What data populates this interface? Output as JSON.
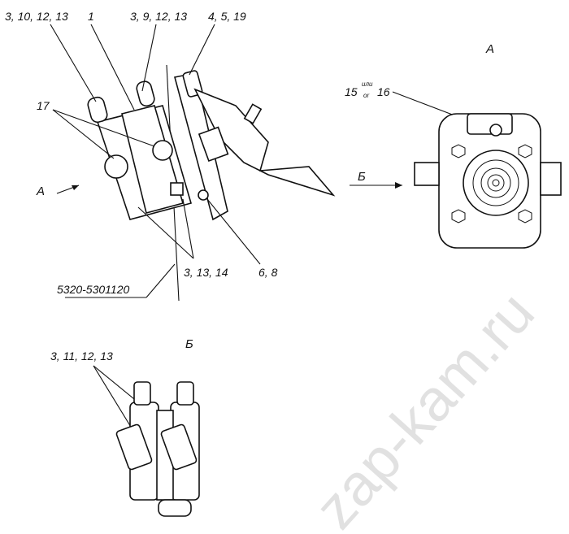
{
  "watermark": "zap-kam.ru",
  "labels": {
    "l1": "3, 10, 12, 13",
    "l2": "1",
    "l3": "3, 9, 12, 13",
    "l4": "4, 5, 19",
    "l5": "17",
    "l6": "A",
    "l7": "3, 13, 14",
    "l8": "6, 8",
    "l9": "5320-5301120",
    "l10": "3, 11, 12, 13"
  },
  "view_a": {
    "title": "A",
    "label_main": "15",
    "label_sup": "или",
    "label_sub": "or",
    "label_end": "16",
    "arrow_label": "Б"
  },
  "view_b": {
    "title": "Б"
  }
}
